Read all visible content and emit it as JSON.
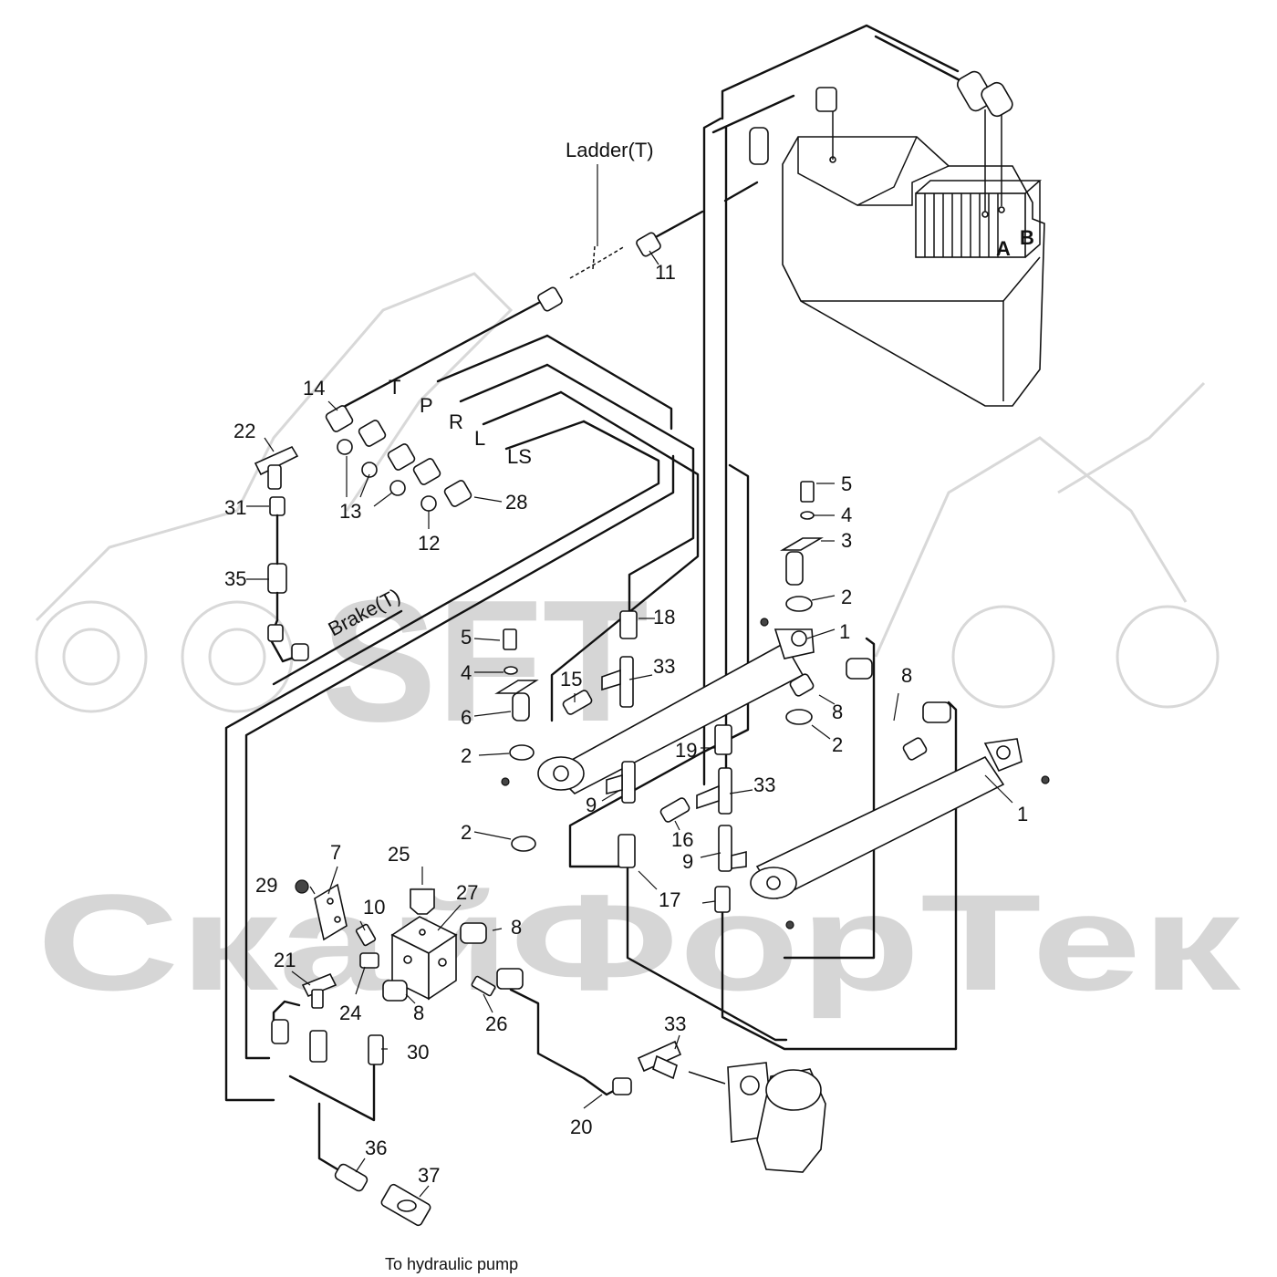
{
  "watermark": {
    "logo": "SFT",
    "brand": "СкайФорТек"
  },
  "labels": {
    "ladder_t": "Ladder(T)",
    "brake_t": "Brake(T)",
    "to_pump": "To hydraulic pump",
    "port_a": "A",
    "port_b": "B",
    "line_t": "T",
    "line_p": "P",
    "line_r": "R",
    "line_l": "L",
    "line_ls": "LS"
  },
  "callouts": {
    "c1a": "1",
    "c1b": "1",
    "c2a": "2",
    "c2b": "2",
    "c2c": "2",
    "c2d": "2",
    "c3": "3",
    "c4a": "4",
    "c4b": "4",
    "c5a": "5",
    "c5b": "5",
    "c6": "6",
    "c7": "7",
    "c8a": "8",
    "c8b": "8",
    "c8c": "8",
    "c8d": "8",
    "c9a": "9",
    "c9b": "9",
    "c10": "10",
    "c11": "11",
    "c12": "12",
    "c13": "13",
    "c14": "14",
    "c15": "15",
    "c16": "16",
    "c17": "17",
    "c18": "18",
    "c19": "19",
    "c20": "20",
    "c21": "21",
    "c22": "22",
    "c24": "24",
    "c25": "25",
    "c26": "26",
    "c27": "27",
    "c28": "28",
    "c29": "29",
    "c30": "30",
    "c31": "31",
    "c33a": "33",
    "c33b": "33",
    "c33c": "33",
    "c35": "35",
    "c36": "36",
    "c37": "37"
  }
}
